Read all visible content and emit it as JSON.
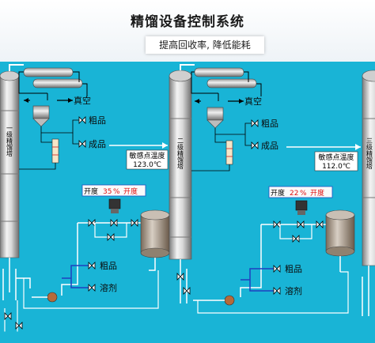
{
  "header": {
    "title": "精馏设备控制系统",
    "subtitle": "提高回收率, 降低能耗"
  },
  "columns": [
    {
      "label": "一级精馏塔",
      "sensitive_temp_label": "",
      "sensitive_temp_value": ""
    },
    {
      "label": "二级精馏塔",
      "sensitive_temp_label": "敏感点温度",
      "sensitive_temp_value": "123.0℃"
    },
    {
      "label": "三级精馏塔",
      "sensitive_temp_label": "敏感点温度",
      "sensitive_temp_value": "112.0℃"
    }
  ],
  "streams": {
    "vacuum": "真空",
    "crude_product": "粗品",
    "finished_product": "成品",
    "crude_feed": "粗品",
    "solvent": "溶剂"
  },
  "valves": [
    {
      "opening_label": "开度",
      "opening_value": "35",
      "unit": "%",
      "suffix": "开度"
    },
    {
      "opening_label": "开度",
      "opening_value": "22",
      "unit": "%",
      "suffix": "开度"
    }
  ],
  "colors": {
    "background": "#19b4d6",
    "pipe": "#ffffff",
    "feed_pipe": "#1f3fbf",
    "valve_text_red": "#e01010"
  }
}
